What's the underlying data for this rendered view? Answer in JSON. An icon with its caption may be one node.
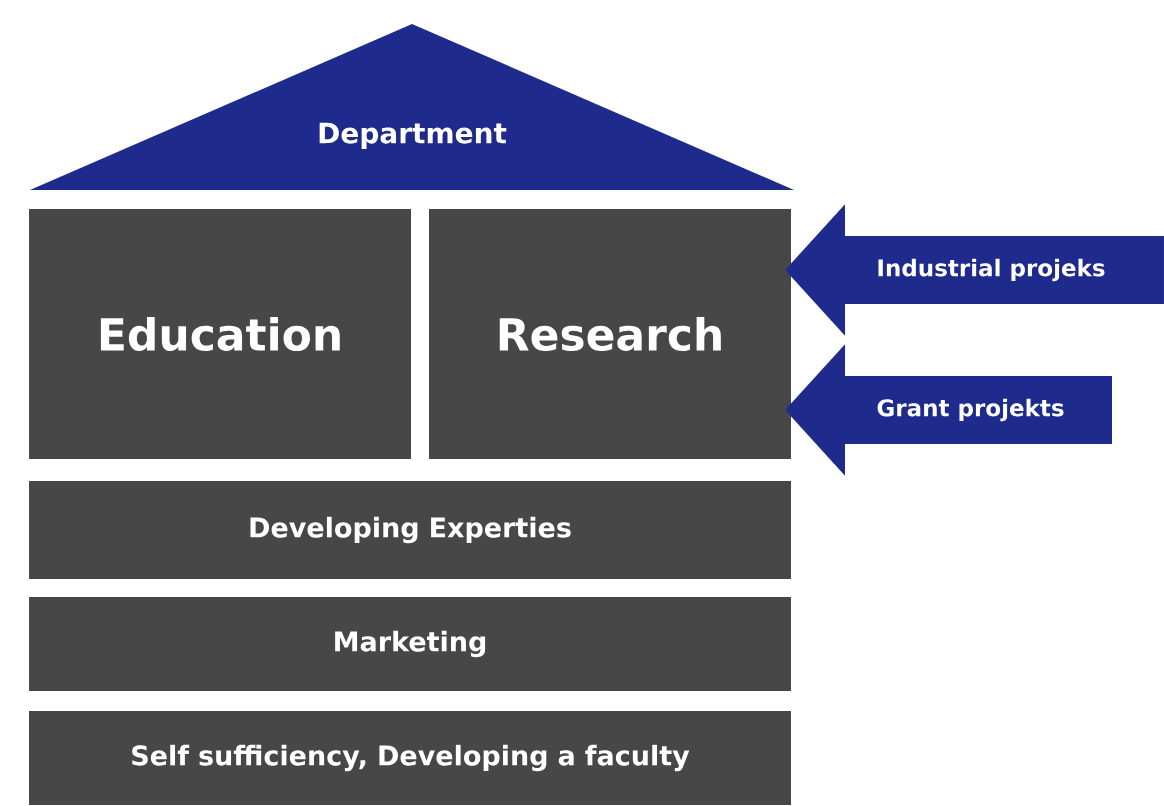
{
  "diagram": {
    "nodes": [
      {
        "text": [
          "Department"
        ]
      },
      {
        "text": [
          "Education"
        ]
      },
      {
        "text": [
          "Research"
        ]
      },
      {
        "text": [
          "Developing Experties"
        ]
      },
      {
        "text": [
          "Marketing"
        ]
      },
      {
        "text": [
          "Self sufficiency, Developing a faculty"
        ]
      }
    ],
    "edges": [
      {
        "from": null,
        "to": 2,
        "arrow": "to",
        "label": "Industrial projeks"
      },
      {
        "from": null,
        "to": 2,
        "arrow": "to",
        "label": "Grant projekts"
      }
    ]
  }
}
